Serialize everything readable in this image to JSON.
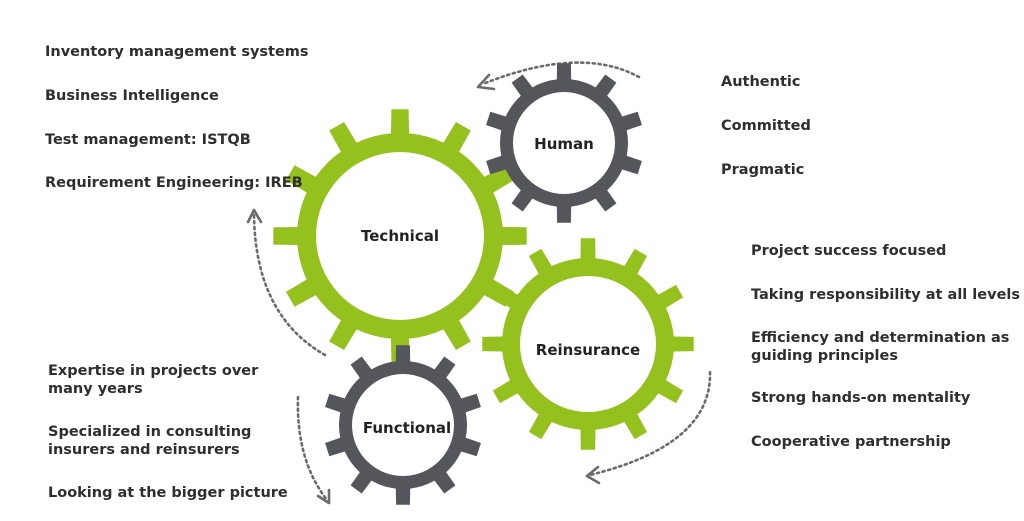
{
  "gears": {
    "technical": {
      "label": "Technical",
      "color": "#95c11f"
    },
    "human": {
      "label": "Human",
      "color": "#55565c"
    },
    "reinsurance": {
      "label": "Reinsurance",
      "color": "#95c11f"
    },
    "functional": {
      "label": "Functional",
      "color": "#55565c"
    }
  },
  "technical_items": [
    "Inventory management systems",
    "Business Intelligence",
    "Test management: ISTQB",
    "Requirement Engineering: IREB"
  ],
  "human_items": [
    "Authentic",
    "Committed",
    "Pragmatic"
  ],
  "reinsurance_items": [
    "Project success focused",
    "Taking responsibility at all levels",
    "Efficiency and determination as guiding principles",
    "Strong hands-on mentality",
    "Cooperative partnership"
  ],
  "functional_items": [
    "Expertise in projects over many years",
    "Specialized in consulting insurers and reinsurers",
    "Looking at the bigger picture"
  ],
  "arrow_color": "#6b6b6b"
}
